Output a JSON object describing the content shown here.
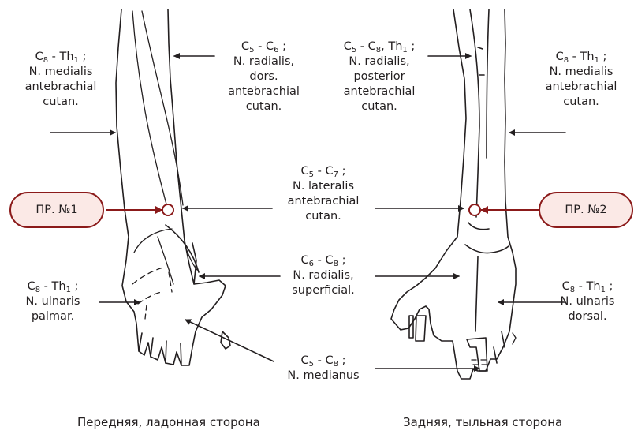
{
  "labels": {
    "front_left_top": {
      "seg_a": "C",
      "sub_a": "8",
      "mid": " - Th",
      "sub_b": "1",
      "tail": " ;",
      "lines": [
        "N. medialis",
        "antebrachial",
        "cutan."
      ]
    },
    "front_mid_top": {
      "seg_a": "C",
      "sub_a": "5",
      "mid": " - C",
      "sub_b": "6",
      "tail": " ;",
      "lines": [
        "N. radialis,",
        "dors.",
        "antebrachial",
        "cutan."
      ]
    },
    "back_mid_top": {
      "seg_a": "C",
      "sub_a": "5",
      "mid": " - C",
      "sub_b": "8",
      "tail": ", Th",
      "sub_c": "1",
      "tail2": " ;",
      "lines": [
        "N. radialis,",
        "posterior",
        "antebrachial",
        "cutan."
      ]
    },
    "back_right_top": {
      "seg_a": "C",
      "sub_a": "8",
      "mid": " - Th",
      "sub_b": "1",
      "tail": " ;",
      "lines": [
        "N. medialis",
        "antebrachial",
        "cutan."
      ]
    },
    "center_lateral": {
      "seg_a": "C",
      "sub_a": "5",
      "mid": " - C",
      "sub_b": "7",
      "tail": " ;",
      "lines": [
        "N. lateralis",
        "antebrachial",
        "cutan."
      ]
    },
    "center_radial_sup": {
      "seg_a": "C",
      "sub_a": "6",
      "mid": " - C",
      "sub_b": "8",
      "tail": " ;",
      "lines": [
        "N. radialis,",
        "superficial."
      ]
    },
    "front_ulnar": {
      "seg_a": "C",
      "sub_a": "8",
      "mid": " - Th",
      "sub_b": "1",
      "tail": " ;",
      "lines": [
        "N. ulnaris",
        "palmar."
      ]
    },
    "back_ulnar": {
      "seg_a": "C",
      "sub_a": "8",
      "mid": " - Th",
      "sub_b": "1",
      "tail": " ;",
      "lines": [
        "N. ulnaris",
        "dorsal."
      ]
    },
    "medianus": {
      "seg_a": "C",
      "sub_a": "5",
      "mid": " - C",
      "sub_b": "8",
      "tail": " ;",
      "lines": [
        "N. medianus"
      ]
    }
  },
  "points": {
    "left": "ПР. №1",
    "right": "ПР. №2"
  },
  "captions": {
    "front": "Передняя, ладонная сторона",
    "back": "Задняя, тыльная сторона"
  },
  "colors": {
    "accent": "#8b1a1a",
    "pill_fill": "#fbe9e6",
    "line": "#231f20"
  }
}
